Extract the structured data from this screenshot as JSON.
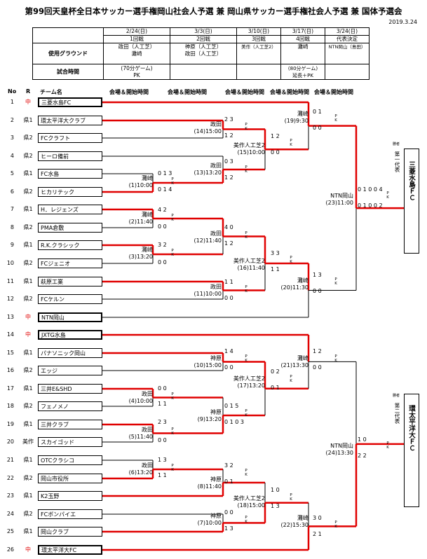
{
  "title": "第99回天皇杯全日本サッカー選手権岡山社会人予選 兼 岡山県サッカー選手権社会人予選 兼 国体予選会",
  "date": "2019.3.24",
  "schedule": {
    "dates": [
      "2/24(日)",
      "3/3(日)",
      "3/10(日)",
      "3/17(日)",
      "3/24(日)"
    ],
    "rounds": [
      "1回戦",
      "2回戦",
      "3回戦",
      "4回戦",
      "代表決定"
    ],
    "ground_label": "使用グラウンド",
    "grounds": [
      [
        "政田（人工芝）",
        "灘崎"
      ],
      [
        "神原（人工芝）",
        "政田（人工芝）"
      ],
      [
        "美作（人工芝2）"
      ],
      [
        "灘崎"
      ],
      [
        "NTN岡山（島田）"
      ]
    ],
    "time_label": "試合時間",
    "times": [
      [
        "(70分ゲーム)",
        "PK"
      ],
      [],
      [],
      [
        "(80分ゲーム)",
        "延長＋PK"
      ],
      []
    ]
  },
  "headers": {
    "no": "No",
    "rank": "R",
    "team": "チーム名",
    "venue": "会場＆開始時間"
  },
  "teams": [
    {
      "no": "1",
      "rank": "中",
      "name": "三菱水島FC",
      "seed": true
    },
    {
      "no": "2",
      "rank": "県1",
      "name": "環太平洋大クラブ"
    },
    {
      "no": "3",
      "rank": "県2",
      "name": "FCクラフト"
    },
    {
      "no": "4",
      "rank": "県2",
      "name": "ヒーロ備前"
    },
    {
      "no": "5",
      "rank": "県1",
      "name": "FC水島"
    },
    {
      "no": "6",
      "rank": "県2",
      "name": "ヒカリテック"
    },
    {
      "no": "7",
      "rank": "県1",
      "name": "H．レジェンズ"
    },
    {
      "no": "8",
      "rank": "県2",
      "name": "PMA倉敷"
    },
    {
      "no": "9",
      "rank": "県1",
      "name": "R.K.クラシック"
    },
    {
      "no": "10",
      "rank": "県2",
      "name": "FCジェニオ"
    },
    {
      "no": "11",
      "rank": "県1",
      "name": "萩原工業"
    },
    {
      "no": "12",
      "rank": "県2",
      "name": "FCケルン"
    },
    {
      "no": "13",
      "rank": "中",
      "name": "NTN岡山",
      "seed": true
    },
    {
      "no": "14",
      "rank": "中",
      "name": "JXTG水島",
      "seed": true
    },
    {
      "no": "15",
      "rank": "県1",
      "name": "パナソニック岡山"
    },
    {
      "no": "16",
      "rank": "県2",
      "name": "エッジ"
    },
    {
      "no": "17",
      "rank": "県1",
      "name": "三井E&SHD"
    },
    {
      "no": "18",
      "rank": "県2",
      "name": "フェノメノ"
    },
    {
      "no": "19",
      "rank": "県1",
      "name": "三井クラブ"
    },
    {
      "no": "20",
      "rank": "美作",
      "name": "スカイゴッド"
    },
    {
      "no": "21",
      "rank": "県1",
      "name": "OTCクラシコ"
    },
    {
      "no": "22",
      "rank": "県2",
      "name": "岡山市役所"
    },
    {
      "no": "23",
      "rank": "県1",
      "name": "K2玉野"
    },
    {
      "no": "24",
      "rank": "県2",
      "name": "FCボンパイエ"
    },
    {
      "no": "25",
      "rank": "県1",
      "name": "岡山クラブ"
    },
    {
      "no": "26",
      "rank": "中",
      "name": "環太平洋大FC",
      "seed": true
    }
  ],
  "venues": [
    {
      "text": "灘崎",
      "time": "(1)10:00"
    },
    {
      "text": "灘崎",
      "time": "(2)11:40"
    },
    {
      "text": "灘崎",
      "time": "(3)13:20"
    },
    {
      "text": "政田",
      "time": "(4)10:00"
    },
    {
      "text": "政田",
      "time": "(5)11:40"
    },
    {
      "text": "政田",
      "time": "(6)13:20"
    },
    {
      "text": "政田",
      "time": "(14)15:00"
    },
    {
      "text": "政田",
      "time": "(13)13:20"
    },
    {
      "text": "政田",
      "time": "(12)11:40"
    },
    {
      "text": "政田",
      "time": "(11)10:00"
    },
    {
      "text": "神原",
      "time": "(10)15:00"
    },
    {
      "text": "神原",
      "time": "(9)13:20"
    },
    {
      "text": "神原",
      "time": "(8)11:40"
    },
    {
      "text": "神原",
      "time": "(7)10:00"
    },
    {
      "text": "美作人工芝2",
      "time": "(15)10:00"
    },
    {
      "text": "美作人工芝2",
      "time": "(16)11:40"
    },
    {
      "text": "美作人工芝2",
      "time": "(17)13:20"
    },
    {
      "text": "美作人工芝2",
      "time": "(18)15:00"
    },
    {
      "text": "灘崎",
      "time": "(19)9:30"
    },
    {
      "text": "灘崎",
      "time": "(20)11:30"
    },
    {
      "text": "灘崎",
      "time": "(21)13:30"
    },
    {
      "text": "灘崎",
      "time": "(22)15:30"
    },
    {
      "text": "NTN岡山",
      "time": "(23)11:00"
    },
    {
      "text": "NTN岡山",
      "time": "(24)13:30"
    }
  ],
  "pk_mark": "P K",
  "winners": [
    {
      "label_small": "勝者",
      "label": "第一代表",
      "team": "三菱水島ＦＣ"
    },
    {
      "label_small": "勝者",
      "label": "第二代表",
      "team": "環太平洋大ＦＣ"
    }
  ],
  "colors": {
    "win_line": "#e00000",
    "line": "#000000"
  }
}
